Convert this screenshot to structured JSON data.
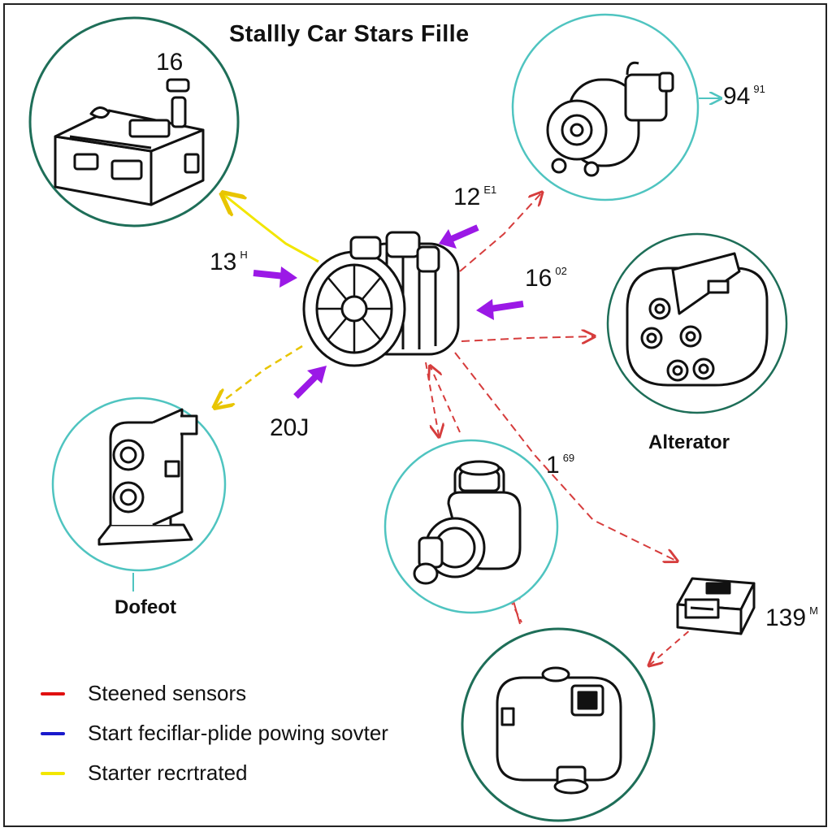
{
  "title": "Stallly Car Stars Fille",
  "numeric_labels": {
    "battery": {
      "main": "16",
      "sup": ""
    },
    "solenoid": {
      "main": "94",
      "sup": "91"
    },
    "mid_right_top": {
      "main": "12",
      "sup": "E1"
    },
    "left_arrow": {
      "main": "13",
      "sup": "H"
    },
    "right_arrow": {
      "main": "16",
      "sup": "02"
    },
    "bottom_arrow": {
      "main": "20J",
      "sup": ""
    },
    "center_small": {
      "main": "1",
      "sup": "69"
    },
    "relay": {
      "main": "139",
      "sup": "M"
    }
  },
  "parts": {
    "alternator": "Alterator",
    "left_part": "Dofeot"
  },
  "legend": [
    {
      "label": "Steened sensors",
      "color": "#e01010"
    },
    {
      "label": "Start feciflar-plide powing sovter",
      "color": "#1a1acc"
    },
    {
      "label": "Starter recrtrated",
      "color": "#f2e600"
    }
  ],
  "colors": {
    "circle_teal": "#4fc4c0",
    "circle_dark": "#1e6e58",
    "arrow_purple": "#9b19e6",
    "dash_red": "#d63c3c",
    "dash_yellow": "#e8c500"
  },
  "icons": [
    "battery-icon",
    "solenoid-icon",
    "starter-motor-icon",
    "alternator-icon",
    "bracket-icon",
    "fuel-pump-icon",
    "relay-icon",
    "ecu-module-icon"
  ]
}
